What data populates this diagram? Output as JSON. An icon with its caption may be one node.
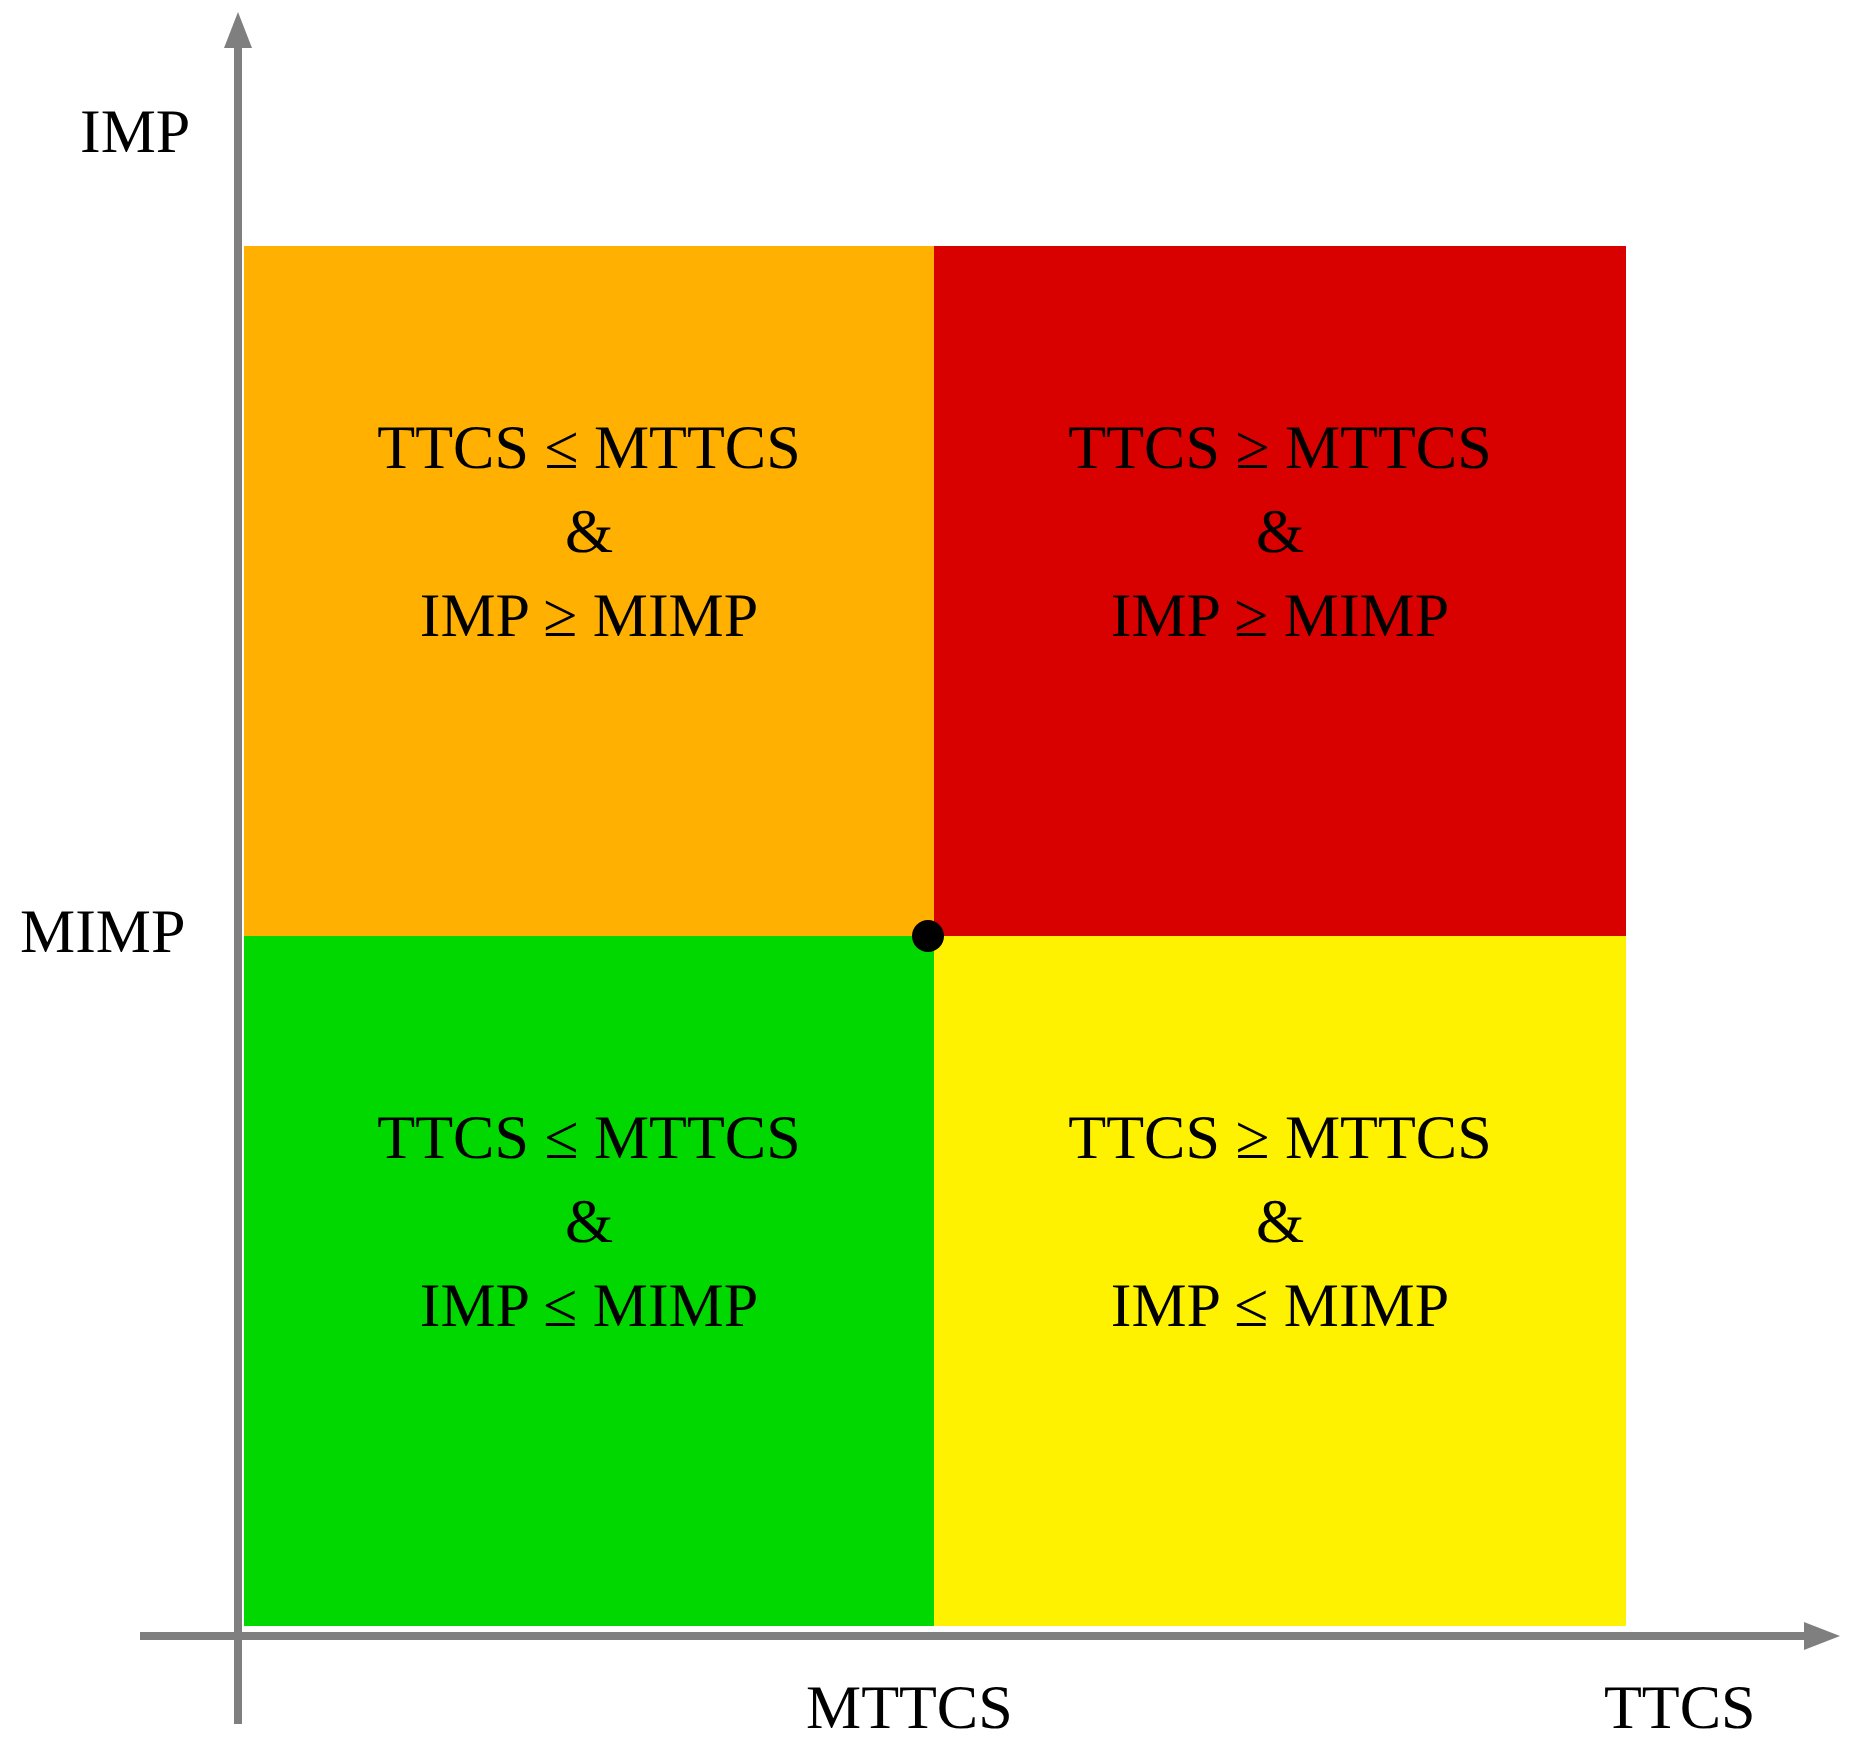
{
  "diagram": {
    "nodes": [
      {
        "text": [
          "TTCS ≤ MTTCS",
          "&",
          "IMP ≥ MIMP"
        ]
      },
      {
        "text": [
          "TTCS ≥ MTTCS",
          "&",
          "IMP ≥ MIMP"
        ]
      },
      {
        "text": [
          "TTCS ≤ MTTCS",
          "&",
          "IMP ≤ MIMP"
        ]
      },
      {
        "text": [
          "TTCS ≥ MTTCS",
          "&",
          "IMP ≤ MIMP"
        ]
      }
    ],
    "labels": [
      "IMP",
      "MIMP",
      "MTTCS",
      "TTCS"
    ]
  }
}
